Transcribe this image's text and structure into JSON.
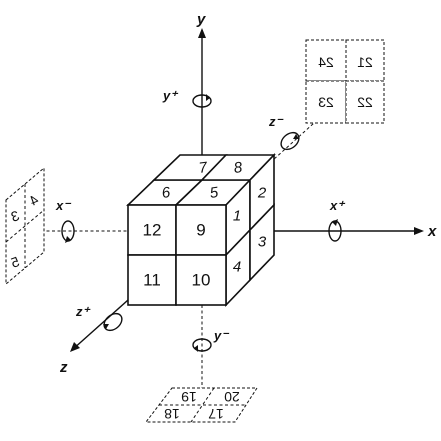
{
  "axes": {
    "x": "x",
    "y": "y",
    "z": "z",
    "x_plus": "x⁺",
    "x_minus": "x⁻",
    "y_plus": "y⁺",
    "y_minus": "y⁻",
    "z_plus": "z⁺",
    "z_minus": "z⁻"
  },
  "cube": {
    "front": [
      "12",
      "9",
      "11",
      "10"
    ],
    "top": [
      "7",
      "8",
      "6",
      "5"
    ],
    "right": [
      "1",
      "2",
      "4",
      "3"
    ]
  },
  "projections": {
    "back": [
      "24",
      "21",
      "23",
      "22"
    ],
    "left": [
      "4",
      "3",
      "5"
    ],
    "bottom": [
      "19",
      "20",
      "18",
      "17"
    ]
  }
}
